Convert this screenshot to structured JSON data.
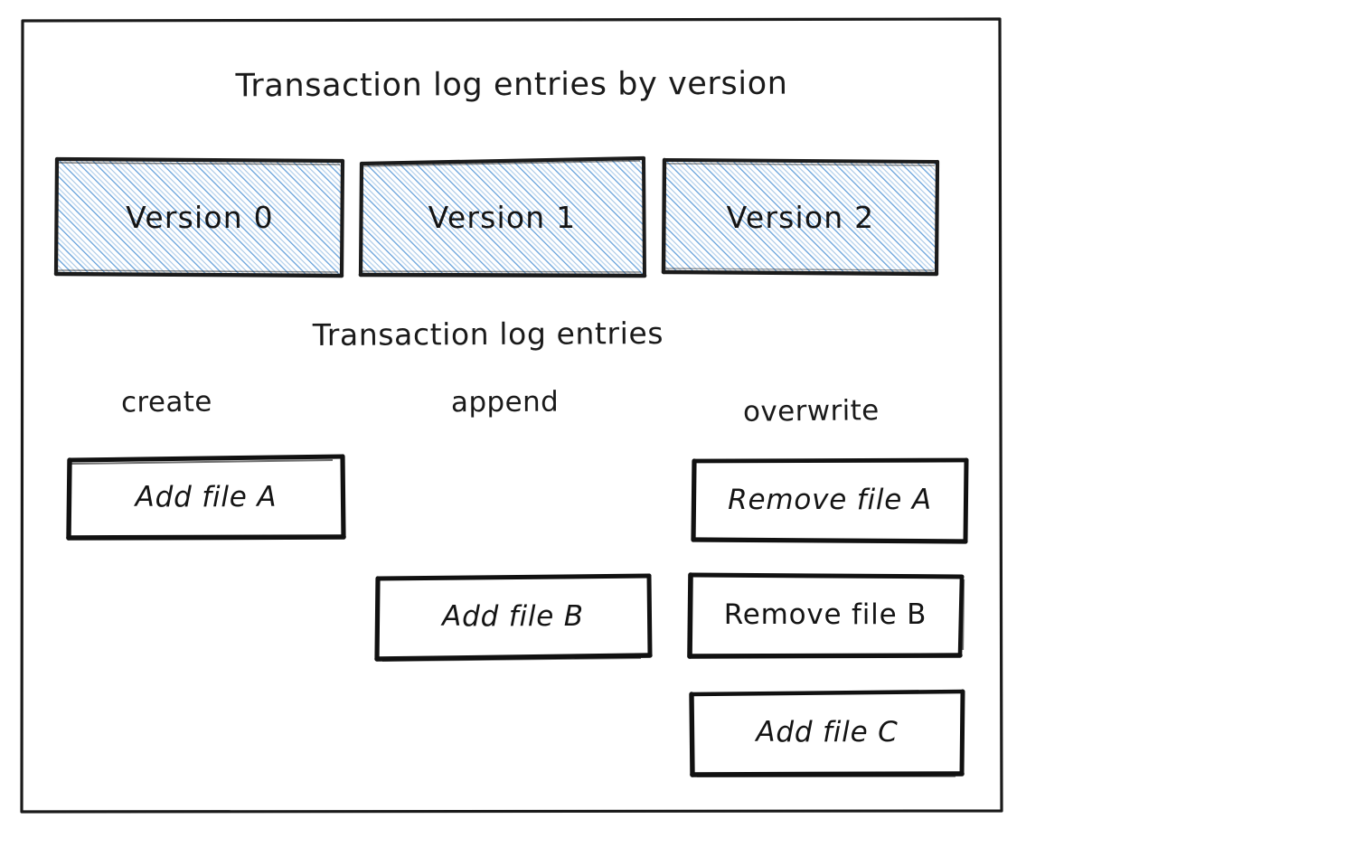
{
  "diagram": {
    "title": "Transaction log entries by version",
    "subtitle": "Transaction log entries",
    "frame_color": "#1a1a1a",
    "hatch_color": "#4a8fd4",
    "box_border_color": "#111111",
    "background": "#ffffff"
  },
  "versions": [
    {
      "label": "Version 0"
    },
    {
      "label": "Version 1"
    },
    {
      "label": "Version 2"
    }
  ],
  "columns": [
    {
      "label": "create"
    },
    {
      "label": "append"
    },
    {
      "label": "overwrite"
    }
  ],
  "entries": {
    "create": [
      {
        "label": "Add file A"
      }
    ],
    "append": [
      {
        "label": "Add file B"
      }
    ],
    "overwrite": [
      {
        "label": "Remove file A"
      },
      {
        "label": "Remove file B"
      },
      {
        "label": "Add file C"
      }
    ]
  }
}
